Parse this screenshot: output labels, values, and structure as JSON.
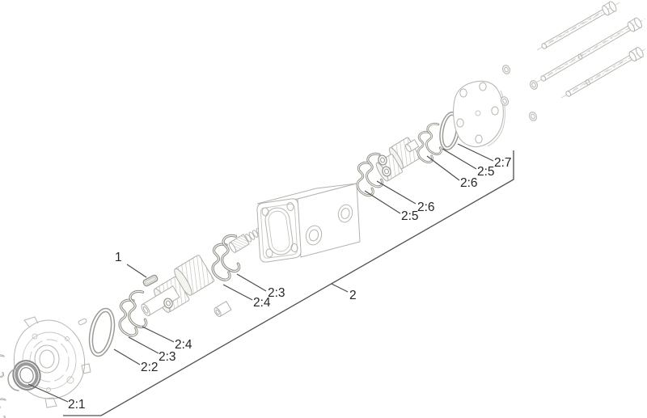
{
  "figure": {
    "type": "exploded-parts-diagram",
    "subject": "hydraulic-gear-pump-assembly",
    "background_color": "#ffffff",
    "sketch_line_color": "#b6b6b0",
    "wire_part_color": "#8d8d84",
    "callout_color": "#262626",
    "assembly_callout": "2",
    "callouts": [
      {
        "label": "1",
        "part": "shaft-key"
      },
      {
        "label": "2",
        "part": "pump-assembly-bracket"
      },
      {
        "label": "2:1",
        "part": "shaft-seal"
      },
      {
        "label": "2:2",
        "part": "o-ring-front"
      },
      {
        "label": "2:3",
        "part": "retaining-ring-front"
      },
      {
        "label": "2:4",
        "part": "retaining-ring-front"
      },
      {
        "label": "2:4",
        "part": "retaining-ring-mid"
      },
      {
        "label": "2:3",
        "part": "retaining-ring-mid"
      },
      {
        "label": "2:5",
        "part": "retaining-ring-body"
      },
      {
        "label": "2:6",
        "part": "retaining-ring-body"
      },
      {
        "label": "2:6",
        "part": "retaining-ring-rear"
      },
      {
        "label": "2:5",
        "part": "retaining-ring-rear"
      },
      {
        "label": "2:7",
        "part": "o-ring-rear"
      }
    ],
    "parts": [
      {
        "name": "front-flange-housing"
      },
      {
        "name": "shaft-seal"
      },
      {
        "name": "snap-ring"
      },
      {
        "name": "o-ring-front"
      },
      {
        "name": "retaining-ring-clips-front"
      },
      {
        "name": "drive-gear-set"
      },
      {
        "name": "shaft-key"
      },
      {
        "name": "retaining-ring-clips-mid"
      },
      {
        "name": "spring-and-splined-end"
      },
      {
        "name": "pump-housing"
      },
      {
        "name": "retaining-ring-clips-body"
      },
      {
        "name": "idler-gear-set"
      },
      {
        "name": "retaining-ring-clips-rear"
      },
      {
        "name": "o-ring-rear"
      },
      {
        "name": "end-cover"
      },
      {
        "name": "cap-screws"
      },
      {
        "name": "sealing-washers"
      }
    ]
  }
}
